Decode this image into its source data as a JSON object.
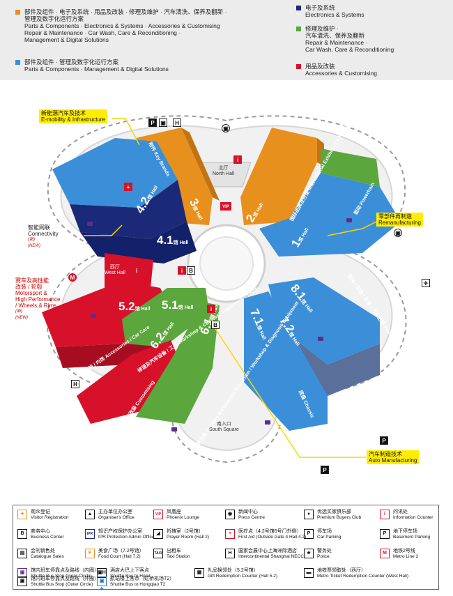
{
  "legend": {
    "orange": {
      "color": "#e8901e",
      "lines": [
        "部件及组件 · 电子及系统 · 用品及改装 · 修理及维护 · 汽车清洗、保养及翻新 ·",
        "管理及数字化运行方案",
        "Parts & Components · Electronics & Systems · Accessories & Customising",
        "Repair & Maintenance · Car Wash, Care & Reconditioning ·",
        "Management & Digital Solutions"
      ]
    },
    "lightblue": {
      "color": "#3b8fd8",
      "lines": [
        "部件及组件 · 管理及数字化运行方案",
        "Parts & Components · Management & Digital Solutions"
      ]
    },
    "navy": {
      "color": "#1b2a78",
      "lines": [
        "电子及系统",
        "Electronics & Systems"
      ]
    },
    "green": {
      "color": "#5ba63d",
      "lines": [
        "修理及维护 ·",
        "汽车清洗、保养及翻新",
        "Repair & Maintenance ·",
        "Car Wash, Care & Reconditioning"
      ]
    },
    "red": {
      "color": "#d7112a",
      "lines": [
        "用品及改装",
        "Accessories & Customising"
      ]
    }
  },
  "callouts": {
    "emobility": [
      "新能源汽车及技术",
      "E-mobility & Infrastructure"
    ],
    "remanufacturing": [
      "零部件再制造",
      "Remanufacturing"
    ],
    "auto_manufacturing": [
      "汽车制造技术",
      "Auto Manufacturing"
    ],
    "connectivity": [
      "智能网联",
      "Connectivity"
    ],
    "motorsport": [
      "赛车及高性能",
      "改装 / 轮毂",
      "Motorsport &",
      "High Performance",
      "/ Wheels & Rims"
    ],
    "new_badge": "(新)",
    "new_badge_en": "(NEW)"
  },
  "halls": {
    "h3": {
      "num": "3",
      "unit": "馆 Hall",
      "name": "附件 Key Brands"
    },
    "h2": {
      "num": "2",
      "unit": "馆 Hall",
      "name": "国际品牌及分馆 International Exhibitors & Key Brands"
    },
    "h1": {
      "num": "1",
      "unit": "馆 Hall",
      "name": "驱动 Powertrain"
    },
    "h42": {
      "num": "4.2",
      "unit": "馆 Hall"
    },
    "h41": {
      "num": "4.1",
      "unit": "馆 Hall"
    },
    "h52": {
      "num": "5.2",
      "unit": "馆 Hall",
      "name": "用品 / 美容养护 / 内饰 Accessories / Car Care"
    },
    "h51": {
      "num": "5.1",
      "unit": "馆 Hall",
      "name": "修理及汽车设备 / 工具 Workshop & Car Wash Equipment / Tools"
    },
    "h62": {
      "num": "6.2",
      "unit": "馆 Hall",
      "name": "汽车改装 / 外饰改装 Customising"
    },
    "h61": {
      "num": "6.1",
      "unit": "馆 Hall",
      "name": "修车 / 涂装 / 维修及诊断设备 Painting & Corrosion Protection / Workshop & Diagnosis Equipment"
    },
    "h81": {
      "num": "8.1",
      "unit": "馆 Hall"
    },
    "h72": {
      "num": "7.2",
      "unit": "馆 Hall",
      "name": "驱动 / 底盘 / 车身 / 汽车空调 Powertrain / Chassis / Body / Air Conditioning"
    },
    "h71": {
      "num": "7.1",
      "unit": "馆 Hall",
      "name": "底盘 Chassis"
    }
  },
  "places": {
    "north_hall": [
      "北厅",
      "North Hall"
    ],
    "west_hall": [
      "西厅",
      "West Hall"
    ],
    "south_square": [
      "南入口",
      "South Square"
    ]
  },
  "key": [
    {
      "icon": "registration-icon",
      "glyph": "✦",
      "color": "#e8901e",
      "cn": "观众登记",
      "en": "Visitor Registration"
    },
    {
      "icon": "organiser-icon",
      "glyph": "▲",
      "color": "#111",
      "cn": "主办单位办公室",
      "en": "Organiser's Office"
    },
    {
      "icon": "vip-icon",
      "glyph": "VIP",
      "color": "#d7112a",
      "cn": "凤凰座",
      "en": "Phoenix Lounge"
    },
    {
      "icon": "press-icon",
      "glyph": "◉",
      "color": "#111",
      "cn": "新闻中心",
      "en": "Press Centre"
    },
    {
      "icon": "buyers-club-icon",
      "glyph": "♦",
      "color": "#111",
      "cn": "优选买家俱乐部",
      "en": "Premium Buyers Club"
    },
    {
      "icon": "info-icon",
      "glyph": "i",
      "color": "#d7112a",
      "cn": "问讯处",
      "en": "Information Counter"
    },
    {
      "icon": "business-center-icon",
      "glyph": "B",
      "color": "#111",
      "cn": "商务中心",
      "en": "Business Center"
    },
    {
      "icon": "ipr-icon",
      "glyph": "IPR",
      "color": "#1b2a78",
      "cn": "知识产权保护办公室",
      "en": "IPR Protection Admin Office"
    },
    {
      "icon": "prayer-icon",
      "glyph": "◢",
      "color": "#111",
      "cn": "祈祷室（2号馆）",
      "en": "Prayer Room (Hall 2)"
    },
    {
      "icon": "first-aid-icon",
      "glyph": "+",
      "color": "#d7112a",
      "cn": "医疗点（4.2号馆6号门外侧）",
      "en": "First Aid (Outside Gate 4 Hall 4.2)"
    },
    {
      "icon": "parking-icon",
      "glyph": "P",
      "color": "#111",
      "cn": "停车场",
      "en": "Car Parking"
    },
    {
      "icon": "basement-parking-icon",
      "glyph": "P",
      "color": "#111",
      "cn": "地下停车场",
      "en": "Basement Parking"
    },
    {
      "icon": "catalogue-icon",
      "glyph": "▤",
      "color": "#111",
      "cn": "会刊销售处",
      "en": "Catalogue Sales"
    },
    {
      "icon": "food-court-icon",
      "glyph": "F",
      "color": "#e8901e",
      "cn": "美食广场（7.2号馆）",
      "en": "Food Court (Hall 7.2)"
    },
    {
      "icon": "taxi-icon",
      "glyph": "TAXI",
      "color": "#111",
      "cn": "出租车",
      "en": "Taxi Station"
    },
    {
      "icon": "hotel-icon",
      "glyph": "H",
      "color": "#111",
      "cn": "国家会展中心上海洲际酒店",
      "en": "Intercontinental Shanghai NECC"
    },
    {
      "icon": "police-icon",
      "glyph": "★",
      "color": "#111",
      "cn": "警务处",
      "en": "Police"
    },
    {
      "icon": "metro-icon",
      "glyph": "M",
      "color": "#d7112a",
      "cn": "地铁2号线",
      "en": "Metro Line 2"
    },
    {
      "icon": "shuttle-inner-icon",
      "glyph": "▣",
      "color": "#5c2d91",
      "cn": "馆内班车停靠点及路线（内圈）",
      "en": "Shuttle Bus Stop (Inner Circle)"
    },
    {
      "icon": "shuttle-hotel-icon",
      "glyph": "▣H",
      "color": "#111",
      "cn": "酒店大巴上下客点",
      "en": "Shuttle Bus to Hotel"
    },
    {
      "icon": "gift-icon",
      "glyph": "▦",
      "color": "#111",
      "cn": "礼品换领处（5.2号馆）",
      "en": "Gift Redemption Counter (Hall 5.2)"
    },
    {
      "icon": "metro-ticket-icon",
      "glyph": "▬",
      "color": "#111",
      "cn": "地铁票领取处（西厅）",
      "en": "Metro Ticket Redemption Counter (West Hall)"
    },
    {
      "icon": "shuttle-outer-icon",
      "glyph": "▣",
      "color": "#111",
      "cn": "馆内班车停靠点及路线（外圈）",
      "en": "Shuttle Bus Stop (Outer Circle)"
    },
    {
      "icon": "shuttle-airport-icon",
      "glyph": "▣✈",
      "color": "#2b78c6",
      "cn": "航站楼上客点（虹桥机场T2）",
      "en": "Shuttle Bus to Hongqiao T2"
    }
  ]
}
